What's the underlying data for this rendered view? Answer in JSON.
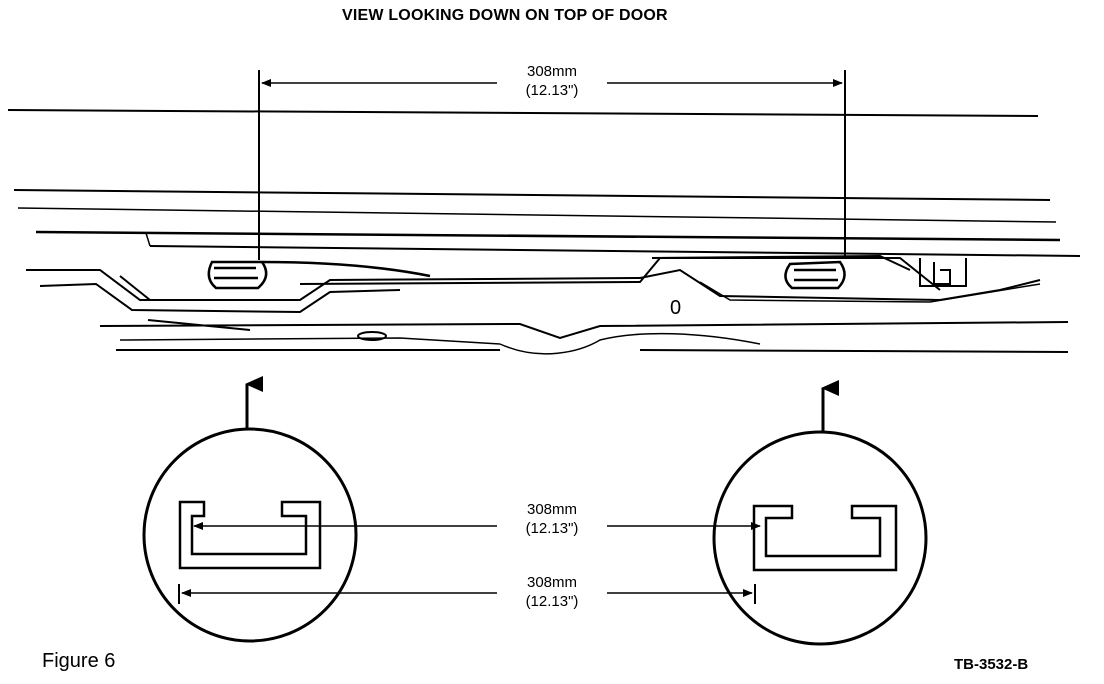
{
  "title": "VIEW LOOKING DOWN ON TOP OF DOOR",
  "dimensions": {
    "top": {
      "metric": "308mm",
      "imperial": "(12.13\")"
    },
    "inner": {
      "metric": "308mm",
      "imperial": "(12.13\")"
    },
    "outer": {
      "metric": "308mm",
      "imperial": "(12.13\")"
    }
  },
  "reference_mark": "0",
  "caption": "Figure 6",
  "drawing_code": "TB-3532-B"
}
